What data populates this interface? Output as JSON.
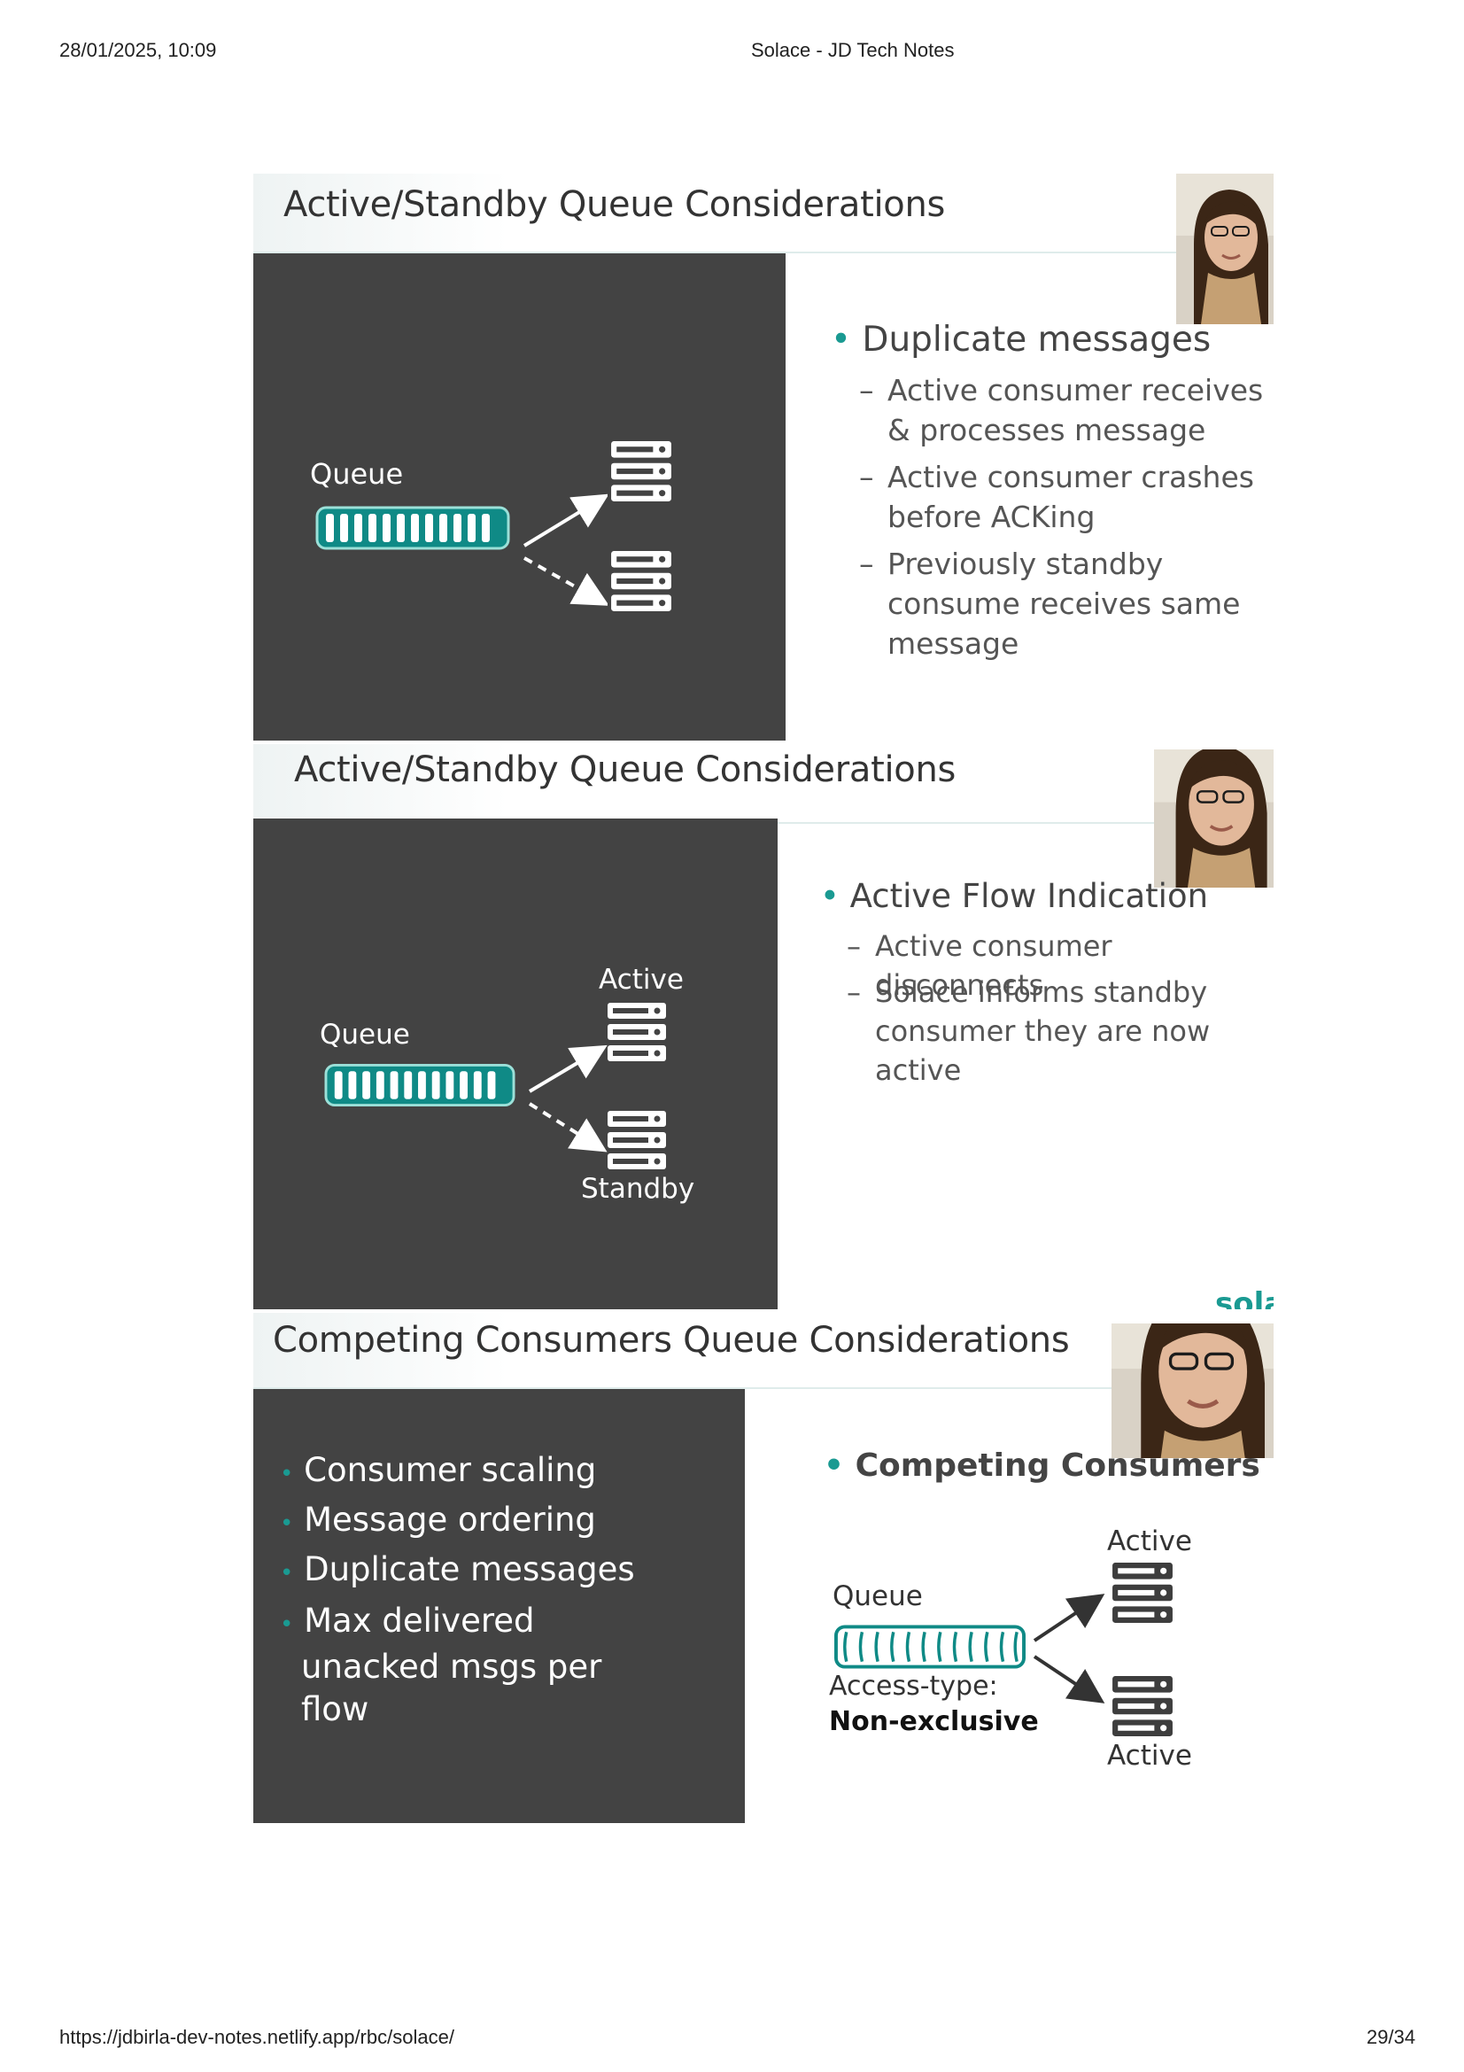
{
  "header": {
    "datetime": "28/01/2025, 10:09",
    "page_title": "Solace - JD Tech Notes"
  },
  "footer": {
    "url": "https://jdbirla-dev-notes.netlify.app/rbc/solace/",
    "page_number": "29/34"
  },
  "slide1": {
    "title": "Active/Standby Queue Considerations",
    "queue_label": "Queue",
    "bullet": "Duplicate messages",
    "subs": [
      "Active consumer receives & processes message",
      "Active consumer crashes before ACKing",
      "Previously standby consume receives same message"
    ]
  },
  "slide2": {
    "title": "Active/Standby Queue Considerations",
    "queue_label": "Queue",
    "active_label": "Active",
    "standby_label": "Standby",
    "bullet": "Active Flow Indication",
    "subs": [
      "Active consumer disconnects",
      "Solace informs standby consumer they are now active"
    ],
    "logo_fragment": "sola"
  },
  "slide3": {
    "title": "Competing Consumers Queue Considerations",
    "left_bullets": [
      "Consumer scaling",
      "Message ordering",
      "Duplicate messages",
      "Max delivered unacked msgs per flow"
    ],
    "right_bullet": "Competing Consumers",
    "queue_label": "Queue",
    "active_label_top": "Active",
    "active_label_bottom": "Active",
    "access_type_label": "Access-type:",
    "access_type_value": "Non-exclusive"
  },
  "colors": {
    "accent": "#1a9a92",
    "dark_panel": "#434343",
    "queue_teal": "#0f8a86"
  }
}
